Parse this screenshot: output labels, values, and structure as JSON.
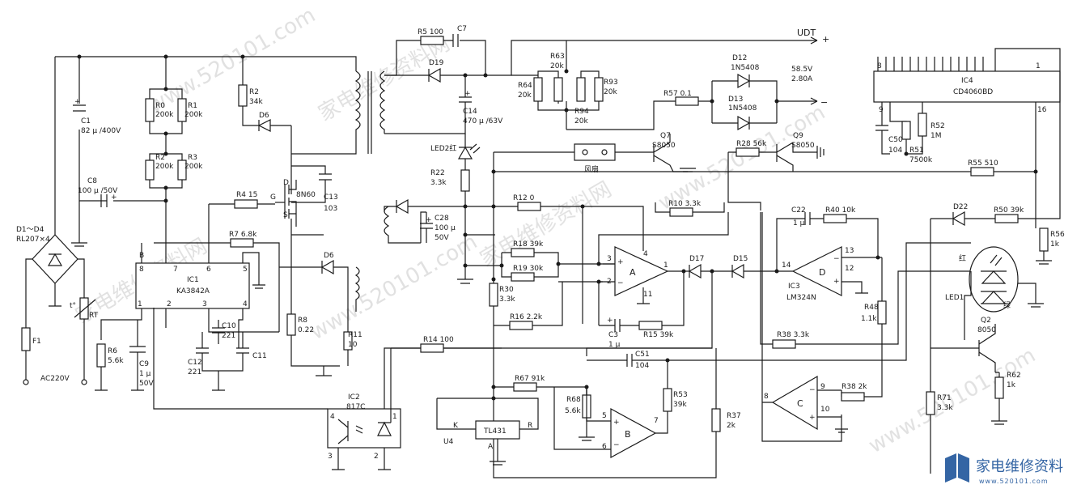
{
  "colors": {
    "ink": "#1a1a1a",
    "logo": "#3465a4"
  },
  "components": {
    "d1d4": "D1～D4",
    "d1d4_type": "RL207×4",
    "f1": "F1",
    "rt": "RT",
    "ac": "AC220V",
    "c1": "C1",
    "c1_val": "82 μ /400V",
    "c8": "C8",
    "c8_val": "100 μ /50V",
    "r0": "R0",
    "r0_val": "200k",
    "r1": "R1",
    "r1_val": "200k",
    "r2a": "R2",
    "r2a_val": "200k",
    "r3": "R3",
    "r3_val": "200k",
    "r2b": "R2",
    "r2b_val": "34k",
    "d6a": "D6",
    "d6b": "D6",
    "q_mos": "8N60",
    "pin_d": "D",
    "pin_g": "G",
    "pin_s": "S",
    "c13": "C13",
    "c13_val": "103",
    "r4": "R4  15",
    "r7": "R7  6.8k",
    "ic1": "IC1",
    "ic1_type": "KA3842A",
    "ic1_p8": "8",
    "ic1_p7": "7",
    "ic1_p6": "6",
    "ic1_p5": "5",
    "ic1_p1": "1",
    "ic1_p2": "2",
    "ic1_p3": "3",
    "ic1_p4": "4",
    "r6": "R6",
    "r6_val": "5.6k",
    "c9": "C9",
    "c9_val1": "1 μ",
    "c9_val2": "50V",
    "c10": "C10",
    "c10_val": "221",
    "c12": "C12",
    "c12_val": "221",
    "c11": "C11",
    "r8": "R8",
    "r8_val": "0.22",
    "r11": "R11",
    "r11_val": "10",
    "ic2": "IC2",
    "ic2_type": "817C",
    "ic2_p1": "1",
    "ic2_p2": "2",
    "ic2_p3": "3",
    "ic2_p4": "4",
    "r5": "R5  100",
    "c7": "C7",
    "d19": "D19",
    "c14": "C14",
    "c14_val": "470 μ /63V",
    "r63": "R63",
    "r63_val": "20k",
    "r64": "R64",
    "r64_val": "20k",
    "r93": "R93",
    "r93_val": "20k",
    "r94": "R94",
    "r94_val": "20k",
    "d12": "D12",
    "d12_type": "1N5408",
    "d13": "D13",
    "d13_type": "1N5408",
    "udt": "UDT",
    "plus": "+",
    "minus": "−",
    "v_out": "58.5V",
    "i_out": "2.80A",
    "r57": "R57  0.1",
    "led2": "LED2红",
    "fan": "风扇",
    "q7": "Q7",
    "q7_type": "S8050",
    "q9": "Q9",
    "q9_type": "S8050",
    "r28": "R28  56k",
    "r22": "R22",
    "r22_val": "3.3k",
    "c28": "C28",
    "c28_val1": "100 μ",
    "c28_val2": "50V",
    "r12": "R12  0",
    "r10": "R10  3.3k",
    "r18": "R18  39k",
    "r19": "R19  30k",
    "r30": "R30",
    "r30_val": "3.3k",
    "r16": "R16  2.2k",
    "opa": "A",
    "opa_p3": "3",
    "opa_p2": "2",
    "opa_p1": "1",
    "opa_p4": "4",
    "opa_p11": "11",
    "c3": "C3",
    "c3_val": "1 μ",
    "r15": "R15  39k",
    "d17": "D17",
    "d15": "D15",
    "c22": "C22",
    "c22_val": "1 μ",
    "r40": "R40  10k",
    "opd": "D",
    "opd_p14": "14",
    "opd_p13": "13",
    "opd_p12": "12",
    "ic3": "IC3",
    "ic3_type": "LM324N",
    "r48": "R48",
    "r48_val": "1.1k",
    "ic4": "IC4",
    "ic4_type": "CD4060BD",
    "ic4_p8": "8",
    "ic4_p1": "1",
    "ic4_p9": "9",
    "ic4_p16": "16",
    "c50": "C50",
    "c50_val": "104",
    "r52": "R52",
    "r52_val": "1M",
    "r51": "R51",
    "r51_val": "7500k",
    "r55": "R55  510",
    "d22": "D22",
    "r50": "R50  39k",
    "r56": "R56",
    "r56_val": "1k",
    "red": "红",
    "green": "绿",
    "led1": "LED1",
    "q2": "Q2",
    "q2_type": "8050",
    "r38a": "R38  3.3k",
    "c51": "C51",
    "c51_val": "104",
    "r14": "R14  100",
    "r67": "R67  91k",
    "r68": "R68",
    "r68_val": "5.6k",
    "r53": "R53",
    "r53_val": "39k",
    "u4": "U4",
    "u4_type": "TL431",
    "u4_k": "K",
    "u4_r": "R",
    "u4_a": "A",
    "opb": "B",
    "opb_p5": "5",
    "opb_p6": "6",
    "opb_p7": "7",
    "r37": "R37",
    "r37_val": "2k",
    "opc": "C",
    "opc_p8": "8",
    "opc_p9": "9",
    "opc_p10": "10",
    "r38b": "R38  2k",
    "r71": "R71",
    "r71_val": "3.3k",
    "r62": "R62",
    "r62_val": "1k"
  },
  "watermark": {
    "text1": "www.520101.com",
    "text2": "家电维修资料网",
    "text3": "家电维修资料网",
    "text4": "www.520101.com",
    "text5": "家电维修资料网",
    "text6": "www.520101.com",
    "text7": "www.520101.com",
    "logo_cn": "家电维修资料",
    "logo_url": "www.520101.com"
  }
}
